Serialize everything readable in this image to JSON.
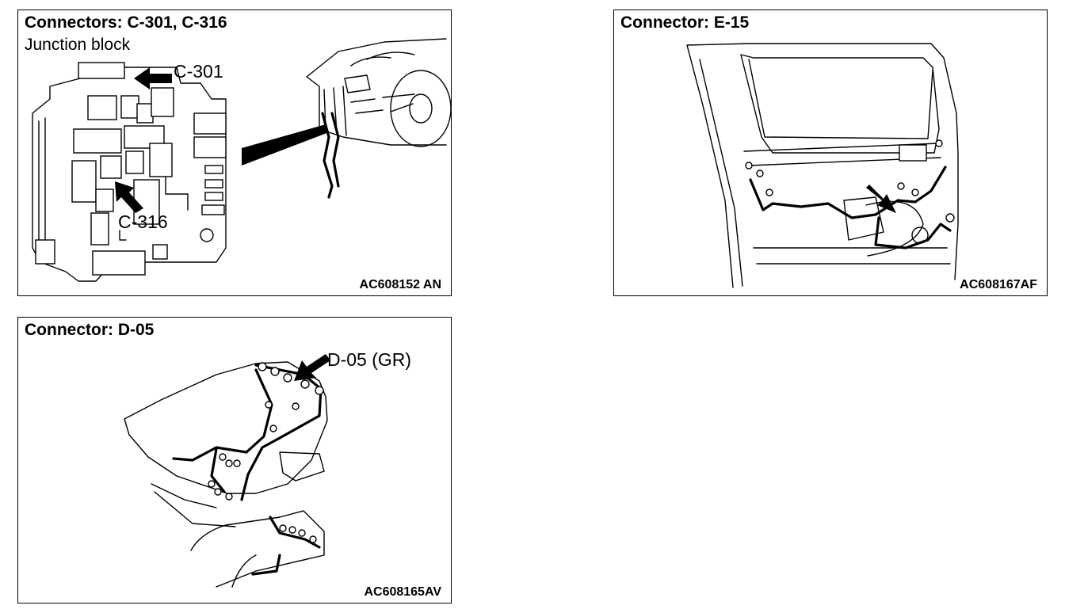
{
  "panels": {
    "junction": {
      "title": "Connectors: C-301, C-316",
      "subtitle": "Junction block",
      "label_c301": "C-301",
      "label_c316": "C-316",
      "code": "AC608152 AN"
    },
    "door": {
      "title": "Connector: E-15",
      "code": "AC608167AF"
    },
    "rear": {
      "title": "Connector: D-05",
      "label_d05": "D-05 (GR)",
      "code": "AC608165AV"
    }
  }
}
